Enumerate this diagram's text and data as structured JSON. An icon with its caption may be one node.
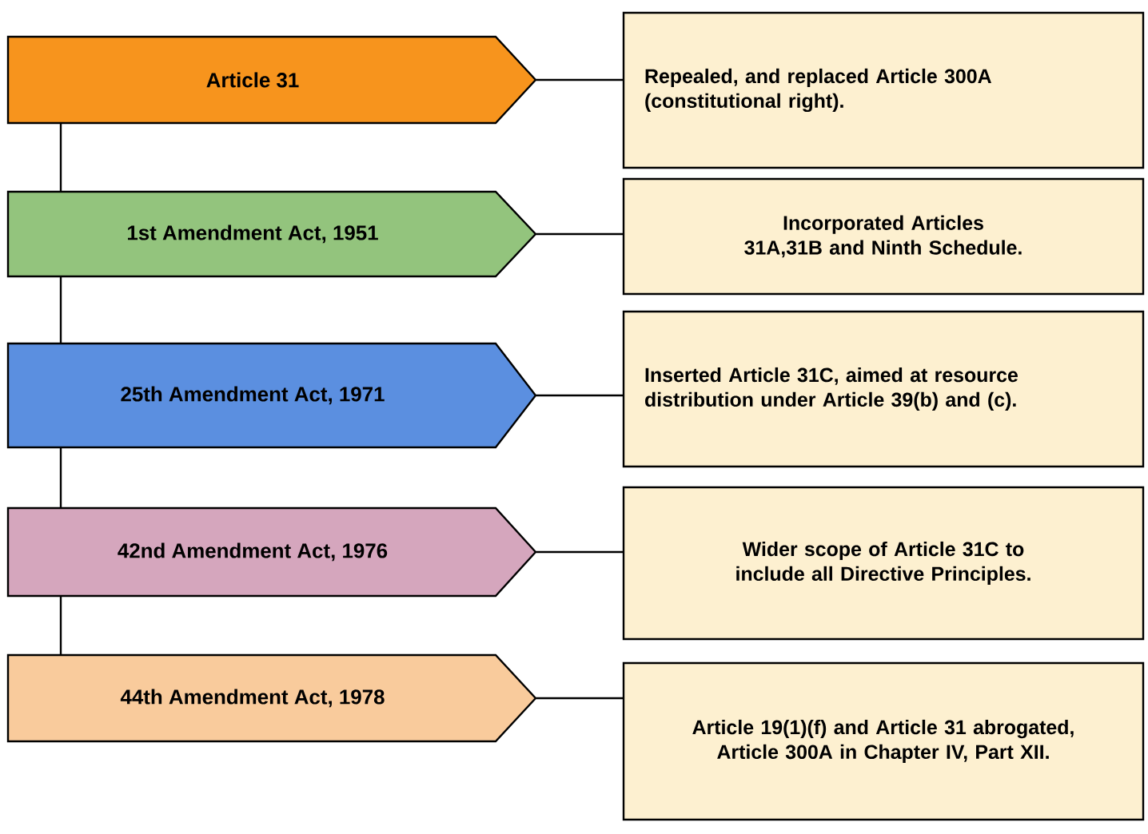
{
  "diagram": {
    "nodes": [
      {
        "text": [
          "Article 31"
        ]
      },
      {
        "text": [
          "1st Amendment Act, 1951"
        ]
      },
      {
        "text": [
          "25th Amendment Act, 1971"
        ]
      },
      {
        "text": [
          "42nd Amendment Act, 1976"
        ]
      },
      {
        "text": [
          "44th Amendment Act, 1978"
        ]
      },
      {
        "text": [
          "Repealed, and replaced Article 300A (constitutional right)."
        ]
      },
      {
        "text": [
          "Incorporated Articles 31A,31B and  Ninth Schedule."
        ]
      },
      {
        "text": [
          "Inserted Article 31C, aimed at resource distribution under Article 39(b) and (c)."
        ]
      },
      {
        "text": [
          "Wider scope of Article 31C to include all Directive Principles."
        ]
      },
      {
        "text": [
          "Article 19(1)(f) and Article 31 abrogated,  Article 300A in Chapter IV, Part XII."
        ]
      }
    ],
    "edges": [
      {
        "from": 0,
        "to": 1,
        "arrow": "none"
      },
      {
        "from": 1,
        "to": 2,
        "arrow": "none"
      },
      {
        "from": 2,
        "to": 3,
        "arrow": "none"
      },
      {
        "from": 3,
        "to": 4,
        "arrow": "none"
      },
      {
        "from": 0,
        "to": 5,
        "arrow": "none"
      },
      {
        "from": 1,
        "to": 6,
        "arrow": "none"
      },
      {
        "from": 2,
        "to": 7,
        "arrow": "none"
      },
      {
        "from": 3,
        "to": 8,
        "arrow": "none"
      },
      {
        "from": 4,
        "to": 9,
        "arrow": "none"
      }
    ]
  }
}
